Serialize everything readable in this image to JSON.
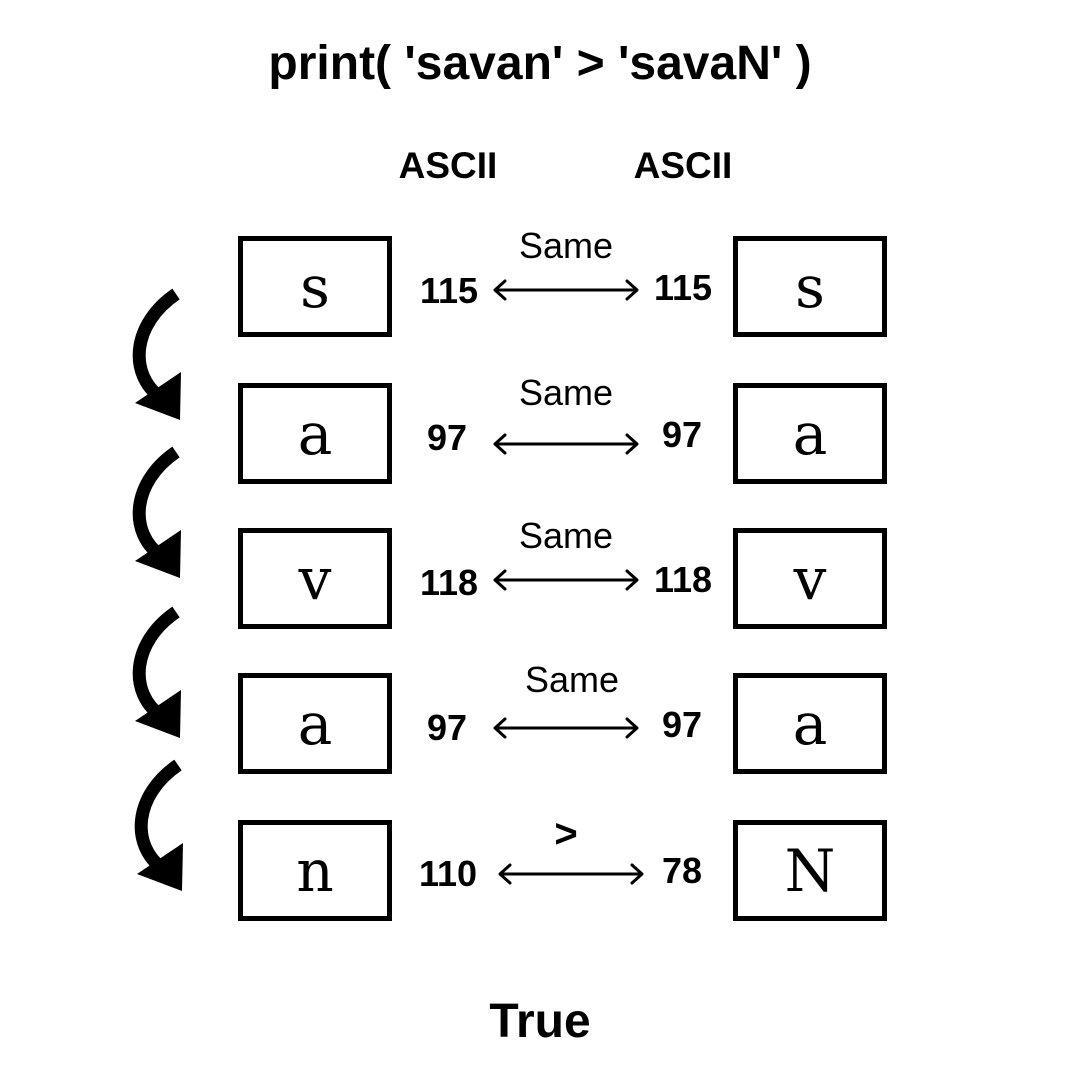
{
  "title": "print( 'savan' > 'savaN' )",
  "column_headers": {
    "left": "ASCII",
    "right": "ASCII"
  },
  "rows": [
    {
      "left_char": "s",
      "left_code": "115",
      "relation": "Same",
      "right_code": "115",
      "right_char": "s"
    },
    {
      "left_char": "a",
      "left_code": "97",
      "relation": "Same",
      "right_code": "97",
      "right_char": "a"
    },
    {
      "left_char": "v",
      "left_code": "118",
      "relation": "Same",
      "right_code": "118",
      "right_char": "v"
    },
    {
      "left_char": "a",
      "left_code": "97",
      "relation": "Same",
      "right_code": "97",
      "right_char": "a"
    },
    {
      "left_char": "n",
      "left_code": "110",
      "relation": ">",
      "right_code": "78",
      "right_char": "N"
    }
  ],
  "result": "True"
}
